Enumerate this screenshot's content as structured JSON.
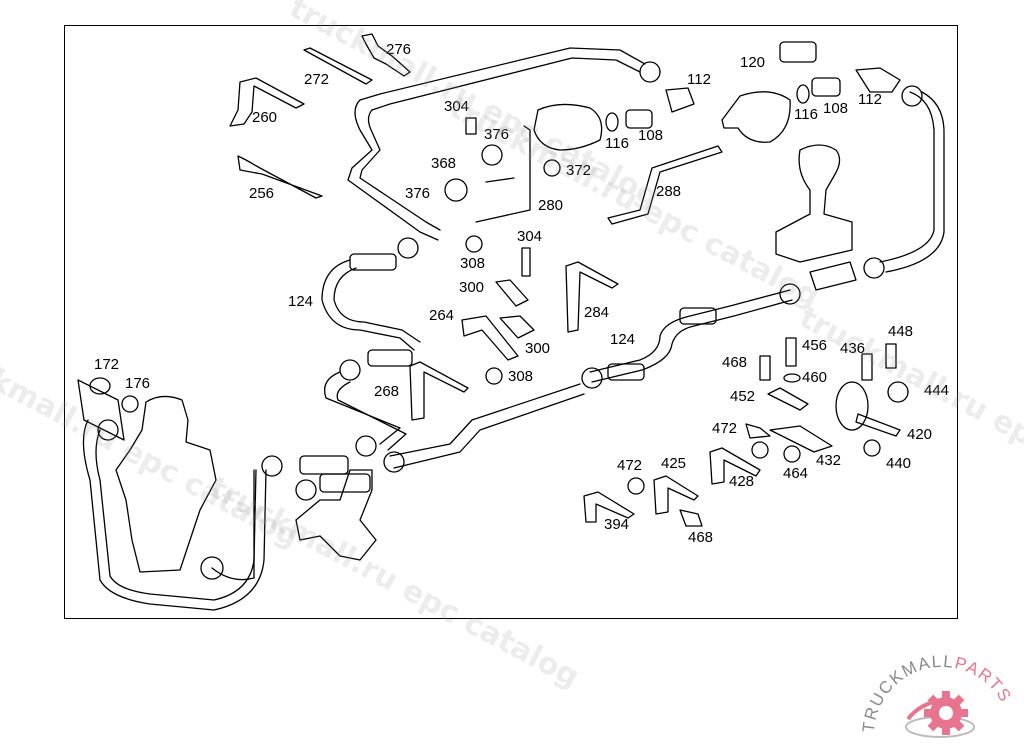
{
  "diagram": {
    "title": "Parts diagram — compressed air lines, valves and brackets",
    "labels": [
      {
        "id": "l276",
        "text": "276"
      },
      {
        "id": "l272",
        "text": "272"
      },
      {
        "id": "l260",
        "text": "260"
      },
      {
        "id": "l256",
        "text": "256"
      },
      {
        "id": "l304a",
        "text": "304"
      },
      {
        "id": "l376a",
        "text": "376"
      },
      {
        "id": "l368",
        "text": "368"
      },
      {
        "id": "l376b",
        "text": "376"
      },
      {
        "id": "l280",
        "text": "280"
      },
      {
        "id": "l372",
        "text": "372"
      },
      {
        "id": "l116a",
        "text": "116"
      },
      {
        "id": "l108a",
        "text": "108"
      },
      {
        "id": "l112a",
        "text": "112"
      },
      {
        "id": "l288",
        "text": "288"
      },
      {
        "id": "l120",
        "text": "120"
      },
      {
        "id": "l116b",
        "text": "116"
      },
      {
        "id": "l108b",
        "text": "108"
      },
      {
        "id": "l112b",
        "text": "112"
      },
      {
        "id": "l124a",
        "text": "124"
      },
      {
        "id": "l308a",
        "text": "308"
      },
      {
        "id": "l304b",
        "text": "304"
      },
      {
        "id": "l300a",
        "text": "300"
      },
      {
        "id": "l284",
        "text": "284"
      },
      {
        "id": "l264",
        "text": "264"
      },
      {
        "id": "l300b",
        "text": "300"
      },
      {
        "id": "l124b",
        "text": "124"
      },
      {
        "id": "l308b",
        "text": "308"
      },
      {
        "id": "l268",
        "text": "268"
      },
      {
        "id": "l172",
        "text": "172"
      },
      {
        "id": "l176",
        "text": "176"
      },
      {
        "id": "l468a",
        "text": "468"
      },
      {
        "id": "l456",
        "text": "456"
      },
      {
        "id": "l436",
        "text": "436"
      },
      {
        "id": "l448",
        "text": "448"
      },
      {
        "id": "l460",
        "text": "460"
      },
      {
        "id": "l452",
        "text": "452"
      },
      {
        "id": "l444",
        "text": "444"
      },
      {
        "id": "l472a",
        "text": "472"
      },
      {
        "id": "l420",
        "text": "420"
      },
      {
        "id": "l432",
        "text": "432"
      },
      {
        "id": "l464",
        "text": "464"
      },
      {
        "id": "l440",
        "text": "440"
      },
      {
        "id": "l472b",
        "text": "472"
      },
      {
        "id": "l425",
        "text": "425"
      },
      {
        "id": "l428",
        "text": "428"
      },
      {
        "id": "l394",
        "text": "394"
      },
      {
        "id": "l468b",
        "text": "468"
      }
    ]
  },
  "watermarks": [
    {
      "text": "truckmall.ru epc catalog"
    },
    {
      "text": "truckmall.ru epc catalog"
    },
    {
      "text": "truckmall.ru epc catalog"
    },
    {
      "text": "truckmall.ru epc catalog"
    },
    {
      "text": "truckmall.ru epc catalog"
    }
  ],
  "logo": {
    "word1": "TRUCKMALL",
    "word2": "PARTS",
    "icon": "gear-icon",
    "brand_color": "#e8748f",
    "gray_color": "#8a8a8a"
  }
}
